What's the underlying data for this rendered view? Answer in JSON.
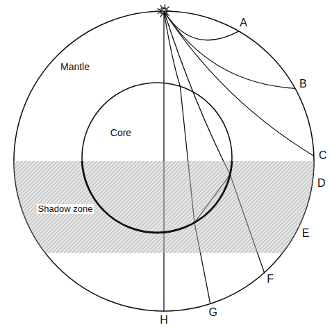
{
  "diagram": {
    "nodes": [
      {
        "text": [
          "Mantle"
        ]
      },
      {
        "text": [
          "Core"
        ],
        "in": 0
      },
      {
        "text": [
          "Shadow zone"
        ],
        "in": 0
      }
    ],
    "labels": [
      "A",
      "B",
      "C",
      "D",
      "E",
      "F",
      "G",
      "H"
    ]
  }
}
